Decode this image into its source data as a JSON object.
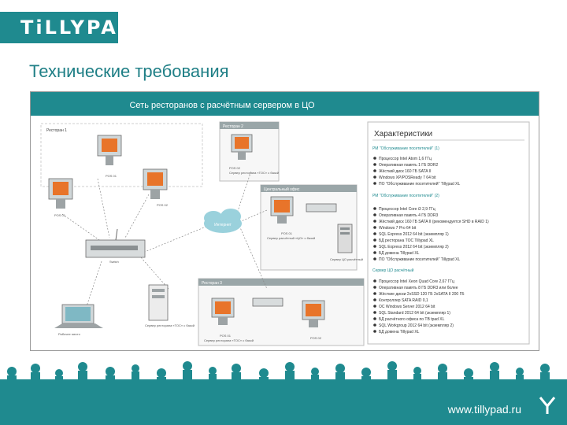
{
  "brand": {
    "logo_text": "TiLLYPAD",
    "website": "www.tillypad.ru",
    "accent": "#1f8a8f"
  },
  "slide": {
    "title": "Технические требования"
  },
  "diagram": {
    "header": "Сеть ресторанов с расчётным сервером в ЦО",
    "zones": {
      "left_top_a": "Ресторан 1",
      "left_top_b": "Ресторан 2",
      "middle": "Центральный офис",
      "bottom": "Ресторан 3"
    },
    "internet_label": "Интернет",
    "nodes": {
      "pos_top_a": "POS 01",
      "pos_top_b": "POS 02",
      "pos_left": "POS 01",
      "pos_mid": "POS 02",
      "pos_office": "POS 01",
      "pos_bottom_a": "POS 01",
      "pos_bottom_b": "POS 02",
      "caption_top_b": "Сервер ресторана «ТОС» с базой",
      "caption_office": "Сервер расчётный «ЦО» с базой",
      "caption_office_server": "Сервер ЦО расчётный",
      "caption_desktop": "Сервер ресторана «ТОС» с базой",
      "caption_bottom": "Сервер ресторана «ТОС» с базой",
      "caption_laptop": "Рабочее место",
      "switch_label": "Switch"
    },
    "specs": {
      "title": "Характеристики",
      "groups": [
        {
          "heading": "РМ \"Обслуживание посетителей\" (1)",
          "items": [
            "Процессор Intel Atom 1,6 ГГц",
            "Оперативная память 1 ГБ DDR2",
            "Жёсткий диск 160 ГБ SATA II",
            "Windows XP/POSReady 7 64 bit",
            "ПО \"Обслуживание посетителей\" Tillypad XL"
          ]
        },
        {
          "heading": "РМ \"Обслуживание посетителей\" (2)",
          "items": [
            "Процессор Intel Core i3 2,9 ГГц",
            "Оперативная память 4 ГБ DDR3",
            "Жёсткий диск 160 ГБ SATA II (рекомендуется SHD в RAID 1)",
            "Windows 7 Pro 64 bit",
            "SQL Express 2012 64 bit (экземпляр 1)",
            "БД ресторана TOC Tillypad XL",
            "SQL Express 2012 64 bit (экземпляр 2)",
            "БД домена Tillypad XL",
            "ПО \"Обслуживание посетителей\" Tillypad XL"
          ]
        },
        {
          "heading": "Сервер ЦО расчётный",
          "items": [
            "Процессор Intel Xeon Quad Core 2,67 ГГц",
            "Оперативная память 8 ГБ DDR3 или более",
            "Жёсткие диски 2xSSD 120 ГБ 2xSATA II 200 ГБ",
            "Контроллер SATA RAID 0,1",
            "ОС Windows Server 2012 64 bit",
            "SQL Standard 2012 64 bit (экземпляр 1)",
            "БД расчётного офиса по TB tpad XL",
            "SQL Workgroup 2012 64 bit (экземпляр 2)",
            "БД домена Tillypad XL"
          ]
        }
      ]
    }
  }
}
